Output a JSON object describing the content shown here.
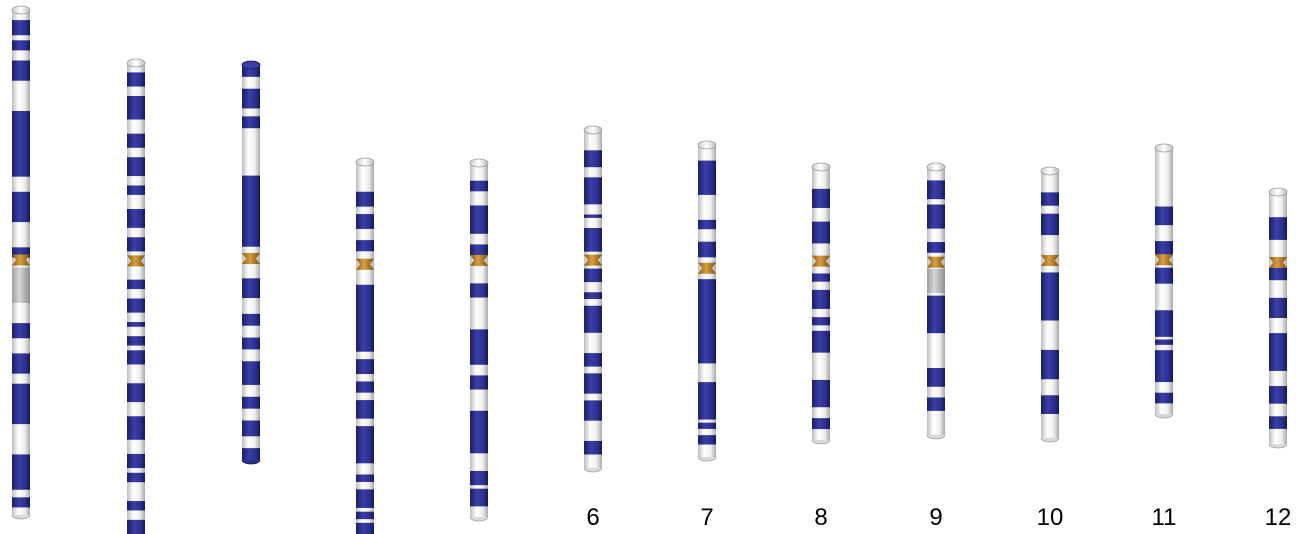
{
  "colors": {
    "band_dark": "#2b2f8e",
    "band_light": "#e8e8e8",
    "centromere": "#c88a1c",
    "heterochromatin": "#bdbdbd"
  },
  "chromosomes": [
    {
      "label": "",
      "start": 0.0,
      "end": 1.0,
      "centromere": 0.495,
      "dark_bands": [
        [
          0.02,
          0.05
        ],
        [
          0.06,
          0.08
        ],
        [
          0.1,
          0.14
        ],
        [
          0.2,
          0.33
        ],
        [
          0.36,
          0.42
        ],
        [
          0.47,
          0.49
        ],
        [
          0.62,
          0.65
        ],
        [
          0.68,
          0.72
        ],
        [
          0.74,
          0.82
        ],
        [
          0.88,
          0.95
        ],
        [
          0.965,
          0.985
        ]
      ],
      "gray_bands": [
        [
          0.51,
          0.58
        ]
      ]
    },
    {
      "label": "",
      "start": 0.0,
      "end": 1.0,
      "centromere": 0.42,
      "dark_bands": [
        [
          0.02,
          0.05
        ],
        [
          0.07,
          0.12
        ],
        [
          0.15,
          0.18
        ],
        [
          0.2,
          0.24
        ],
        [
          0.26,
          0.28
        ],
        [
          0.31,
          0.35
        ],
        [
          0.37,
          0.4
        ],
        [
          0.46,
          0.48
        ],
        [
          0.5,
          0.53
        ],
        [
          0.55,
          0.56
        ],
        [
          0.58,
          0.6
        ],
        [
          0.61,
          0.64
        ],
        [
          0.68,
          0.72
        ],
        [
          0.75,
          0.8
        ],
        [
          0.83,
          0.86
        ],
        [
          0.87,
          0.89
        ],
        [
          0.93,
          0.95
        ],
        [
          0.97,
          1.0
        ]
      ],
      "gray_bands": []
    },
    {
      "label": "",
      "start": 0.0,
      "end": 1.0,
      "centromere": 0.49,
      "dark_bands": [
        [
          0.0,
          0.03
        ],
        [
          0.06,
          0.11
        ],
        [
          0.13,
          0.16
        ],
        [
          0.28,
          0.46
        ],
        [
          0.54,
          0.59
        ],
        [
          0.63,
          0.66
        ],
        [
          0.69,
          0.72
        ],
        [
          0.75,
          0.81
        ],
        [
          0.84,
          0.87
        ],
        [
          0.9,
          0.94
        ],
        [
          0.97,
          1.0
        ]
      ],
      "gray_bands": []
    },
    {
      "label": "",
      "start": 0.0,
      "end": 1.0,
      "centromere": 0.275,
      "dark_bands": [
        [
          0.08,
          0.12
        ],
        [
          0.14,
          0.18
        ],
        [
          0.21,
          0.24
        ],
        [
          0.33,
          0.51
        ],
        [
          0.53,
          0.57
        ],
        [
          0.59,
          0.62
        ],
        [
          0.64,
          0.69
        ],
        [
          0.71,
          0.81
        ],
        [
          0.84,
          0.86
        ],
        [
          0.88,
          0.93
        ],
        [
          0.94,
          0.96
        ],
        [
          0.97,
          1.0
        ]
      ],
      "gray_bands": []
    },
    {
      "label": "",
      "start": 0.0,
      "end": 1.0,
      "centromere": 0.275,
      "dark_bands": [
        [
          0.05,
          0.08
        ],
        [
          0.12,
          0.2
        ],
        [
          0.23,
          0.26
        ],
        [
          0.34,
          0.38
        ],
        [
          0.47,
          0.57
        ],
        [
          0.6,
          0.64
        ],
        [
          0.7,
          0.82
        ],
        [
          0.87,
          0.91
        ],
        [
          0.92,
          0.97
        ]
      ],
      "gray_bands": []
    },
    {
      "label": "6",
      "start": 0.0,
      "end": 1.0,
      "centromere": 0.385,
      "dark_bands": [
        [
          0.06,
          0.11
        ],
        [
          0.14,
          0.22
        ],
        [
          0.25,
          0.26
        ],
        [
          0.29,
          0.36
        ],
        [
          0.41,
          0.45
        ],
        [
          0.48,
          0.5
        ],
        [
          0.52,
          0.6
        ],
        [
          0.66,
          0.7
        ],
        [
          0.72,
          0.78
        ],
        [
          0.8,
          0.86
        ],
        [
          0.92,
          0.96
        ]
      ],
      "gray_bands": []
    },
    {
      "label": "7",
      "start": 0.0,
      "end": 1.0,
      "centromere": 0.395,
      "dark_bands": [
        [
          0.05,
          0.16
        ],
        [
          0.24,
          0.27
        ],
        [
          0.31,
          0.36
        ],
        [
          0.43,
          0.7
        ],
        [
          0.76,
          0.88
        ],
        [
          0.89,
          0.91
        ],
        [
          0.93,
          0.96
        ]
      ],
      "gray_bands": []
    },
    {
      "label": "8",
      "start": 0.0,
      "end": 1.0,
      "centromere": 0.345,
      "dark_bands": [
        [
          0.08,
          0.15
        ],
        [
          0.2,
          0.28
        ],
        [
          0.39,
          0.42
        ],
        [
          0.45,
          0.52
        ],
        [
          0.55,
          0.58
        ],
        [
          0.6,
          0.68
        ],
        [
          0.78,
          0.88
        ],
        [
          0.92,
          0.96
        ]
      ],
      "gray_bands": []
    },
    {
      "label": "9",
      "start": 0.0,
      "end": 1.0,
      "centromere": 0.355,
      "dark_bands": [
        [
          0.05,
          0.12
        ],
        [
          0.14,
          0.23
        ],
        [
          0.28,
          0.32
        ],
        [
          0.48,
          0.62
        ],
        [
          0.75,
          0.82
        ],
        [
          0.86,
          0.91
        ]
      ],
      "gray_bands": [
        [
          0.38,
          0.47
        ]
      ]
    },
    {
      "label": "10",
      "start": 0.0,
      "end": 1.0,
      "centromere": 0.335,
      "dark_bands": [
        [
          0.08,
          0.13
        ],
        [
          0.16,
          0.24
        ],
        [
          0.38,
          0.56
        ],
        [
          0.67,
          0.78
        ],
        [
          0.84,
          0.91
        ]
      ],
      "gray_bands": []
    },
    {
      "label": "11",
      "start": 0.0,
      "end": 1.0,
      "centromere": 0.42,
      "dark_bands": [
        [
          0.22,
          0.29
        ],
        [
          0.35,
          0.4
        ],
        [
          0.45,
          0.51
        ],
        [
          0.61,
          0.71
        ],
        [
          0.72,
          0.74
        ],
        [
          0.76,
          0.88
        ],
        [
          0.92,
          0.96
        ]
      ],
      "gray_bands": []
    },
    {
      "label": "12",
      "start": 0.0,
      "end": 1.0,
      "centromere": 0.28,
      "dark_bands": [
        [
          0.1,
          0.19
        ],
        [
          0.3,
          0.35
        ],
        [
          0.42,
          0.5
        ],
        [
          0.56,
          0.71
        ],
        [
          0.77,
          0.84
        ],
        [
          0.89,
          0.94
        ]
      ],
      "gray_bands": []
    }
  ]
}
